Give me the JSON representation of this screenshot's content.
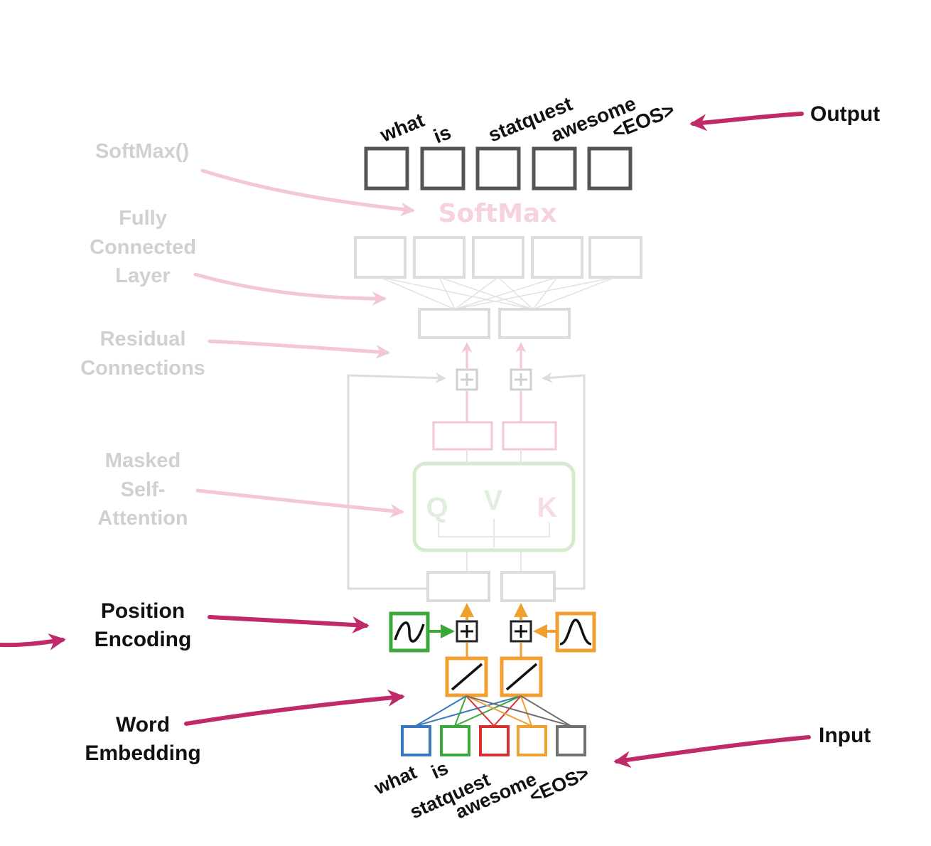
{
  "output": {
    "label": "Output",
    "tokens": [
      "what",
      "is",
      "statquest",
      "awesome",
      "<EOS>"
    ]
  },
  "input": {
    "label": "Input",
    "tokens": [
      "what",
      "is",
      "statquest",
      "awesome",
      "<EOS>"
    ]
  },
  "layers": {
    "softmax_label": "SoftMax()",
    "softmax_block": "SoftMax",
    "fully_connected": [
      "Fully",
      "Connected",
      "Layer"
    ],
    "residual": [
      "Residual",
      "Connections"
    ],
    "masked_attention": [
      "Masked",
      "Self-",
      "Attention"
    ],
    "position_encoding": [
      "Position",
      "Encoding"
    ],
    "word_embedding": [
      "Word",
      "Embedding"
    ]
  },
  "attention_letters": [
    "Q",
    "V",
    "K"
  ],
  "colors": {
    "magenta": "#c02a68",
    "faded_pink": "#f3c7d4",
    "faded_gray": "#d4d4d4",
    "faded_green": "#cfe9c8",
    "orange": "#f0a030",
    "green": "#3aa83a",
    "blue": "#3a78c0",
    "red": "#d83030",
    "gray": "#707070"
  }
}
